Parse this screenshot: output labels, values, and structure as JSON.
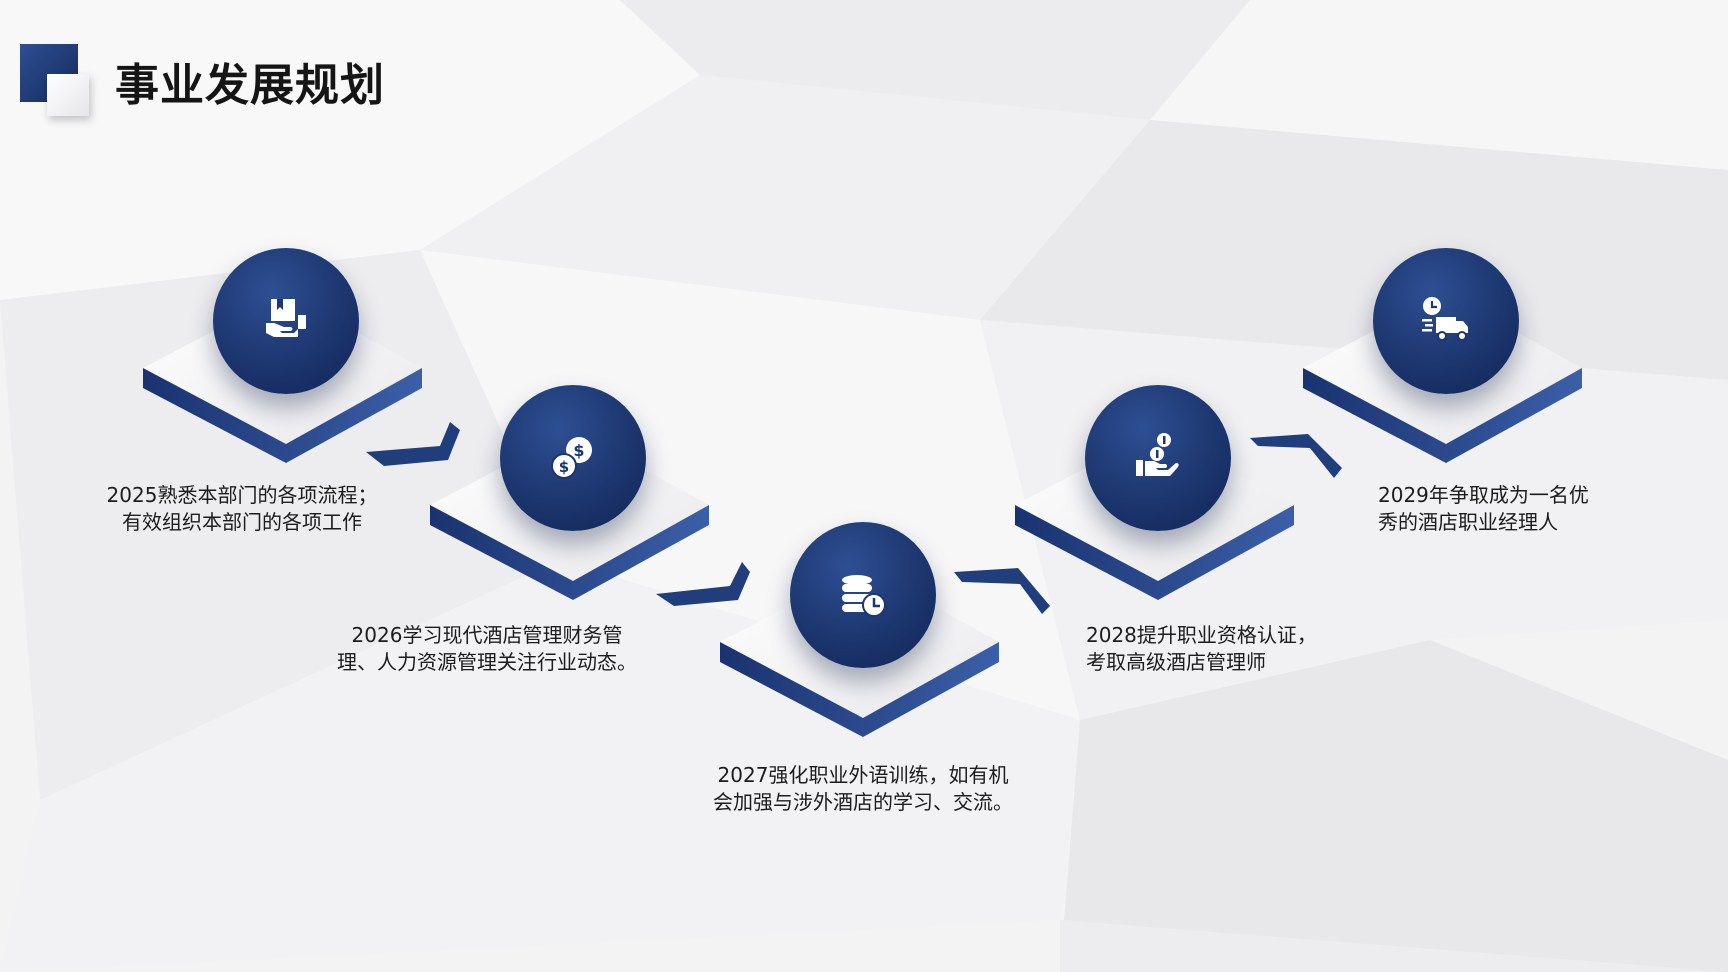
{
  "title": "事业发展规划",
  "colors": {
    "accent": "#1c366f",
    "accent_light": "#2e4f93",
    "background": "#f4f4f5",
    "text": "#1c1c1c"
  },
  "steps": [
    {
      "text": "2025熟悉本部门的各项流程；\n有效组织本部门的各项工作",
      "icon": "document-hand-icon"
    },
    {
      "text": "2026学习现代酒店管理财务管\n理、人力资源管理关注行业动态。",
      "icon": "coins-icon"
    },
    {
      "text": "2027强化职业外语训练，如有机\n会加强与涉外酒店的学习、交流。",
      "icon": "database-clock-icon"
    },
    {
      "text": "2028提升职业资格认证，\n考取高级酒店管理师",
      "icon": "hand-coins-icon"
    },
    {
      "text": "2029年争取成为一名优\n秀的酒店职业经理人",
      "icon": "delivery-truck-clock-icon"
    }
  ]
}
